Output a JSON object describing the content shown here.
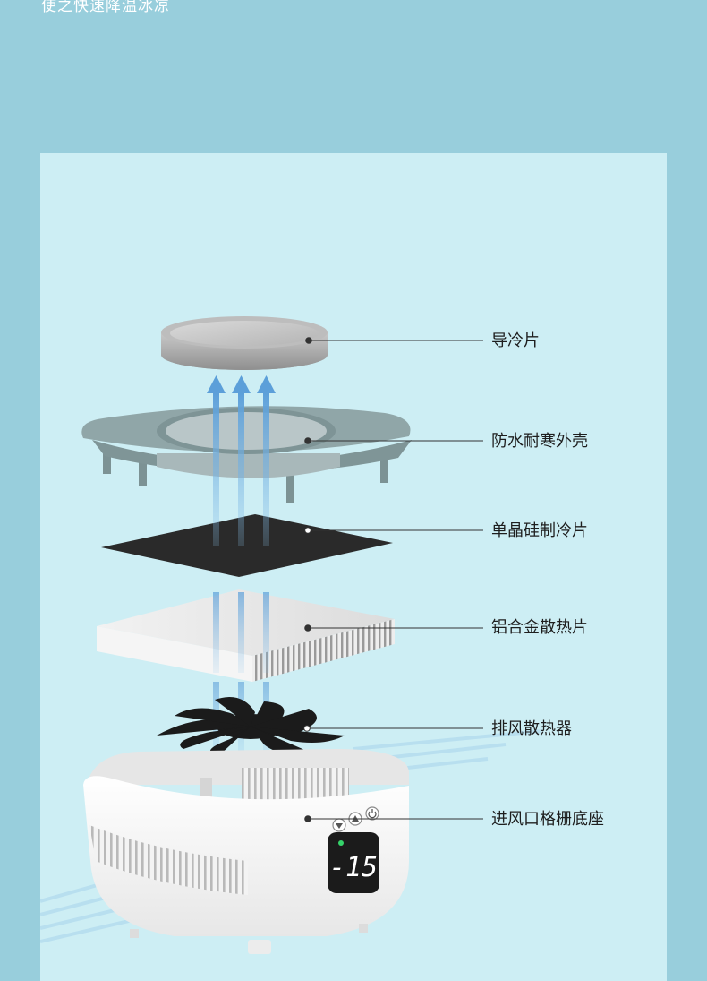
{
  "top_caption": "使之快速降温冰凉",
  "display_reading": "-15",
  "components": [
    {
      "label": "导冷片"
    },
    {
      "label": "防水耐寒外壳"
    },
    {
      "label": "单晶硅制冷片"
    },
    {
      "label": "铝合金散热片"
    },
    {
      "label": "排风散热器"
    },
    {
      "label": "进风口格栅底座"
    }
  ],
  "colors": {
    "page_background": "#98cedc",
    "panel_background": "#cdeef4",
    "airflow_arrow": "#6aa9dd",
    "shell": "#8ea4a6",
    "plate": "#2a2a2a",
    "base": "#f4f4f4",
    "display_on": "#ffffff"
  },
  "icons": [
    "up-arrow-icon",
    "down-arrow-icon",
    "power-icon",
    "status-led-icon"
  ]
}
